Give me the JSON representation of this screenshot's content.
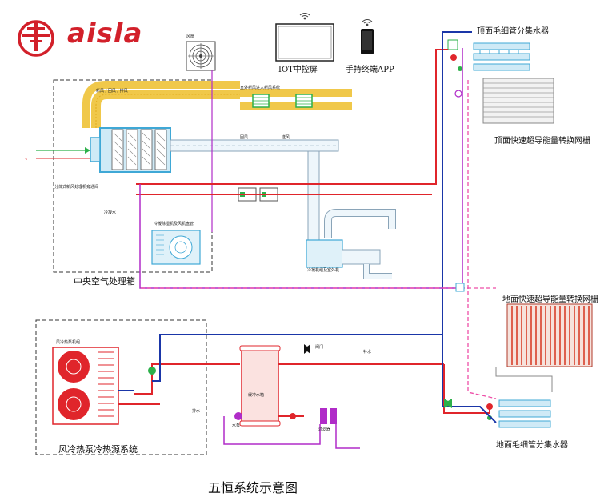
{
  "brand": {
    "name": "aisla",
    "color": "#d2202a"
  },
  "caption": "五恒系统示意图",
  "labels": {
    "iot_screen": "IOT中控屏",
    "app": "手持终端APP",
    "fan": "风扇",
    "ahu": "中央空气处理箱",
    "heatpump_system": "风冷热泵冷热源系统",
    "roof_manifold": "顶面毛细管分集水器",
    "roof_panel": "顶面快速超导能量转换网栅",
    "floor_panel": "地面快速超导能量转换网栅",
    "floor_manifold": "地面毛细管分集水器",
    "fresh_air_note": "室外新风进入新风系统",
    "exhaust_note": "新风 / 回风 / 排风",
    "return_note": "回风",
    "supply_note": "送风",
    "ahu_bypass": "分体式新风处理机旁通阀",
    "dehumid": "冷凝除湿机及风机盘管",
    "condensing_unit": "冷凝机组及室外机",
    "tank": "缓冲水箱",
    "tank_valve": "阀门",
    "pump": "水泵",
    "filter": "过滤器",
    "heatpump_unit": "风冷热泵机组",
    "small_note_1": "补水",
    "small_note_2": "排水",
    "small_note_3": "冷凝水"
  },
  "colors": {
    "supply_red": "#e0252b",
    "return_blue": "#1a36a8",
    "purple": "#b02cc8",
    "pink": "#ee4ea8",
    "duct_cyan": "#3fa8d6",
    "duct_yellow": "#f0c84a",
    "green": "#2cb04a",
    "panel_red": "#d8402a"
  },
  "icons": [
    "wifi-icon",
    "pump-icon",
    "valve-icon",
    "filter-icon",
    "fan-icon"
  ]
}
